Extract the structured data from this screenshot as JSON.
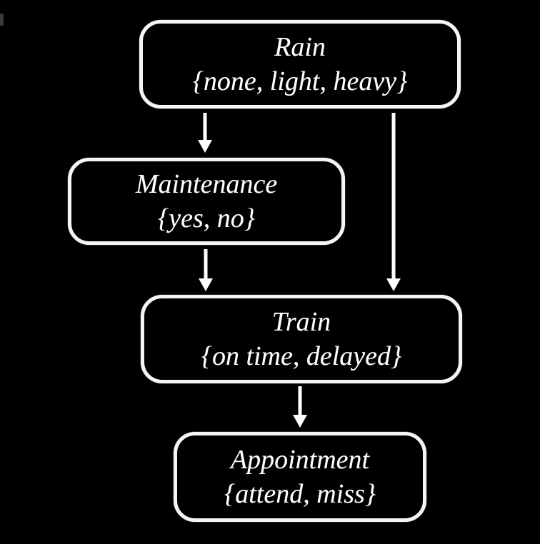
{
  "diagram": {
    "type": "bayesian-network",
    "background_color": "#000000",
    "node_border_color": "#ffffff",
    "text_color": "#ffffff",
    "nodes": {
      "rain": {
        "label": "Rain",
        "values": "{none, light, heavy}"
      },
      "maintenance": {
        "label": "Maintenance",
        "values": "{yes, no}"
      },
      "train": {
        "label": "Train",
        "values": "{on time, delayed}"
      },
      "appointment": {
        "label": "Appointment",
        "values": "{attend, miss}"
      }
    },
    "edges": [
      {
        "from": "Rain",
        "to": "Maintenance"
      },
      {
        "from": "Rain",
        "to": "Train"
      },
      {
        "from": "Maintenance",
        "to": "Train"
      },
      {
        "from": "Train",
        "to": "Appointment"
      }
    ]
  }
}
